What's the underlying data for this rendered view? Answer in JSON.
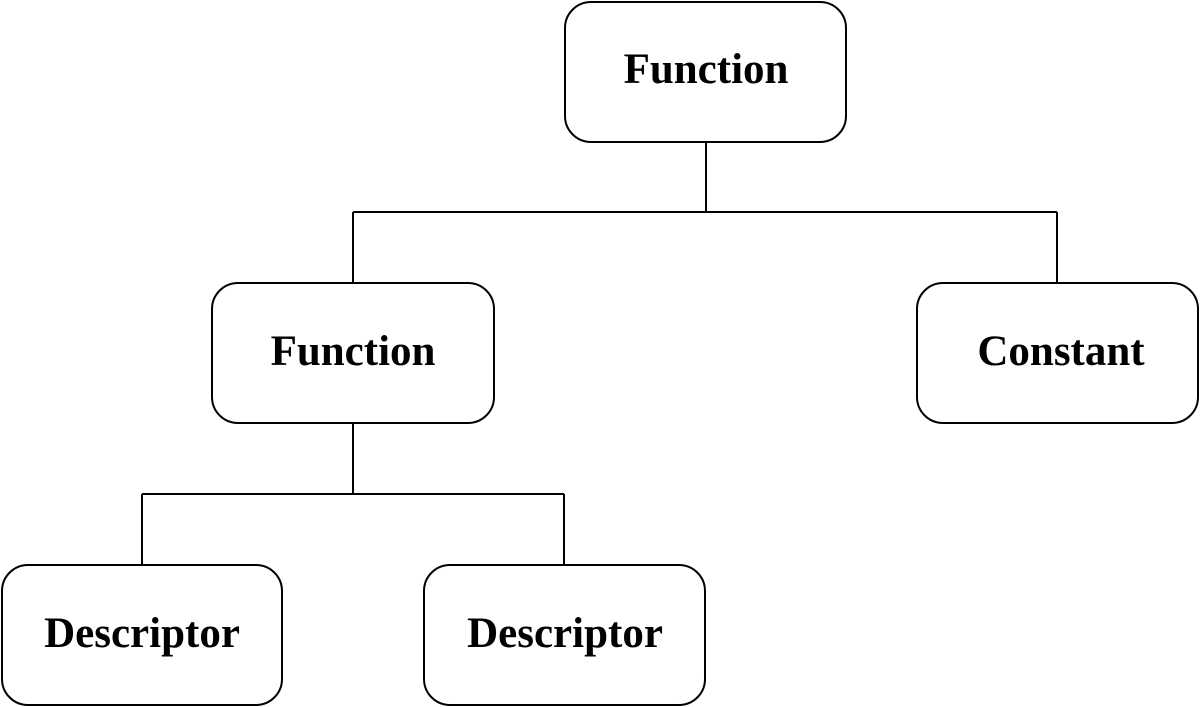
{
  "diagram": {
    "root": {
      "label": "Function",
      "left": {
        "label": "Function",
        "children": [
          {
            "label": "Descriptor"
          },
          {
            "label": "Descriptor"
          }
        ]
      },
      "right": {
        "label": "Constant"
      }
    },
    "colors": {
      "stroke": "#000000",
      "fill": "#ffffff",
      "text": "#000000"
    }
  }
}
